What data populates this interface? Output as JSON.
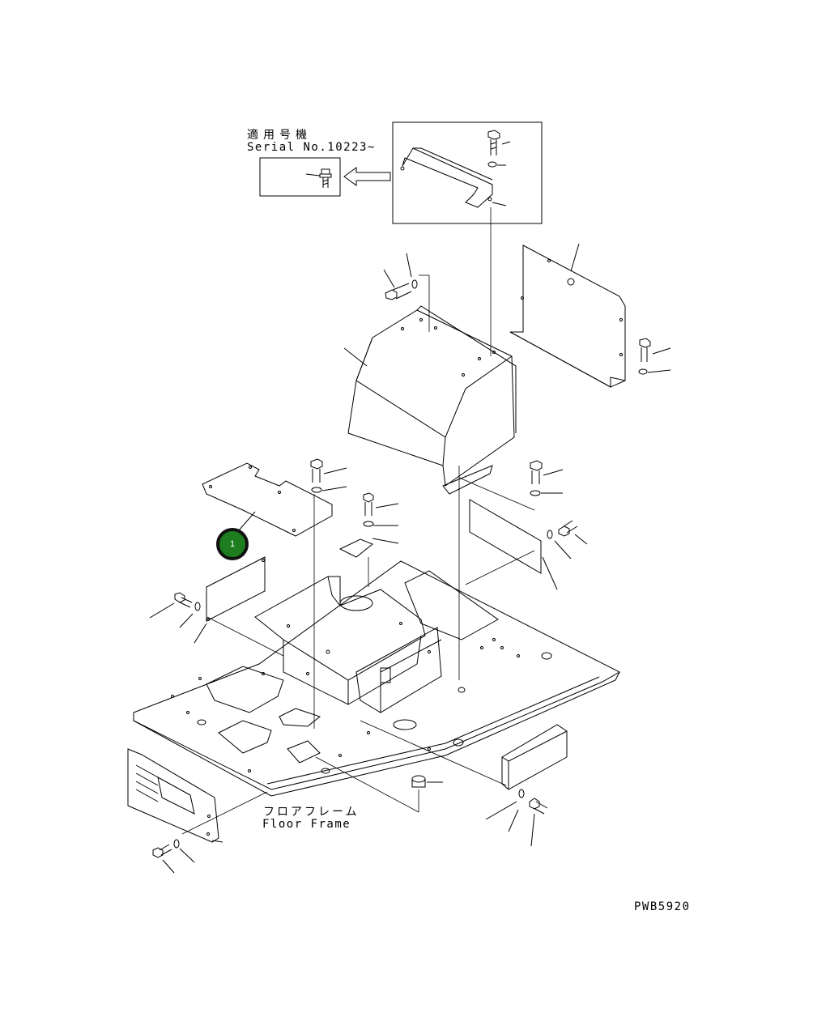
{
  "serial_note": {
    "japanese": "適用号機",
    "serial": "Serial No.10223~"
  },
  "floor_frame": {
    "japanese": "フロアフレーム",
    "english": "Floor Frame"
  },
  "drawing_code": "PWB5920",
  "callouts": [
    {
      "number": "1"
    }
  ],
  "colors": {
    "line": "#000000",
    "callout_fill": "#1e7d1e",
    "callout_border": "#111111",
    "background": "#ffffff"
  }
}
